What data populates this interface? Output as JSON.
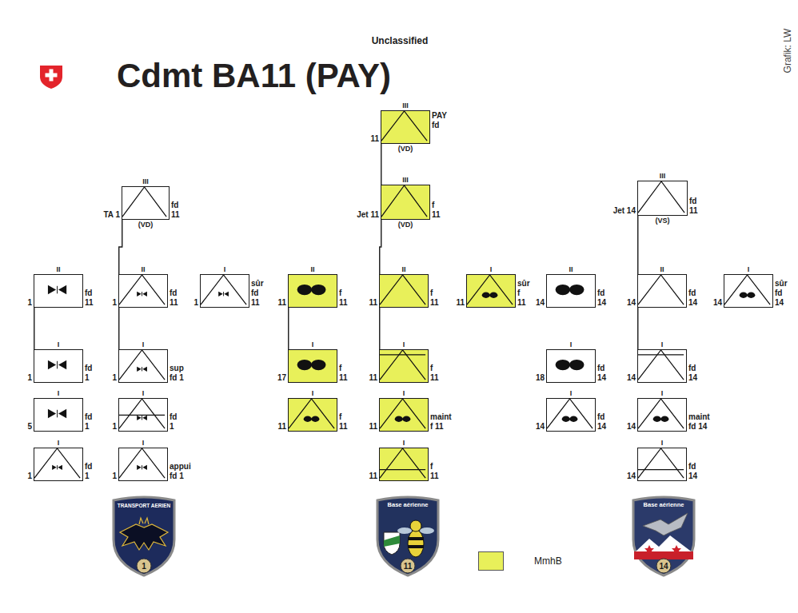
{
  "diagram": {
    "title": "Cdmt BA11 (PAY)",
    "nodes": [
      {
        "text": [
          "III",
          "11",
          "PAY fd",
          "(VD)"
        ]
      },
      {
        "text": [
          "III",
          "TA 1",
          "fd 11",
          "(VD)"
        ]
      },
      {
        "text": [
          "III",
          "Jet 11",
          "f 11",
          "(VD)"
        ]
      },
      {
        "text": [
          "III",
          "Jet 14",
          "fd 11",
          "(VS)"
        ]
      },
      {
        "text": [
          "II",
          "1",
          "fd 11"
        ]
      },
      {
        "text": [
          "II",
          "1",
          "fd 11"
        ]
      },
      {
        "text": [
          "I",
          "1",
          "sûr fd 11"
        ]
      },
      {
        "text": [
          "II",
          "11",
          "f 11"
        ]
      },
      {
        "text": [
          "II",
          "11",
          "f 11"
        ]
      },
      {
        "text": [
          "I",
          "11",
          "sûr f 11"
        ]
      },
      {
        "text": [
          "II",
          "14",
          "fd 14"
        ]
      },
      {
        "text": [
          "II",
          "14",
          "fd 14"
        ]
      },
      {
        "text": [
          "I",
          "14",
          "sûr fd 14"
        ]
      },
      {
        "text": [
          "I",
          "1",
          "fd 1"
        ]
      },
      {
        "text": [
          "I",
          "1",
          "sup fd 1"
        ]
      },
      {
        "text": [
          "I",
          "17",
          "f 11"
        ]
      },
      {
        "text": [
          "I",
          "11",
          "f 11"
        ]
      },
      {
        "text": [
          "I",
          "18",
          "fd 14"
        ]
      },
      {
        "text": [
          "I",
          "14",
          "fd 14"
        ]
      },
      {
        "text": [
          "I",
          "5",
          "fd 1"
        ]
      },
      {
        "text": [
          "I",
          "1",
          "fd 1"
        ]
      },
      {
        "text": [
          "I",
          "11",
          "f 11"
        ]
      },
      {
        "text": [
          "I",
          "11",
          "maint f 11"
        ]
      },
      {
        "text": [
          "I",
          "14",
          "fd 14"
        ]
      },
      {
        "text": [
          "I",
          "14",
          "maint fd 14"
        ]
      },
      {
        "text": [
          "I",
          "1",
          "fd 1"
        ]
      },
      {
        "text": [
          "I",
          "1",
          "appui fd 1"
        ]
      },
      {
        "text": [
          "I",
          "11",
          "f 11"
        ]
      },
      {
        "text": [
          "I",
          "14",
          "fd 14"
        ]
      }
    ],
    "edges": [
      {
        "from": 0,
        "to": 2,
        "arrow": "none"
      },
      {
        "from": 1,
        "to": 5,
        "arrow": "none"
      },
      {
        "from": 2,
        "to": 8,
        "arrow": "none"
      },
      {
        "from": 3,
        "to": 11,
        "arrow": "none"
      },
      {
        "from": 4,
        "to": 13,
        "arrow": "none"
      },
      {
        "from": 5,
        "to": 14,
        "arrow": "none"
      },
      {
        "from": 7,
        "to": 15,
        "arrow": "none"
      },
      {
        "from": 8,
        "to": 16,
        "arrow": "none"
      },
      {
        "from": 11,
        "to": 18,
        "arrow": "none"
      }
    ],
    "labels": [
      "Unclassified",
      "Grafik: LW",
      "TRANSPORT AERIEN",
      "1",
      "Base aérienne",
      "11",
      "Base aérienne",
      "14"
    ],
    "legend": [
      {
        "text": "MmhB",
        "color": "#e8f05a"
      }
    ]
  }
}
